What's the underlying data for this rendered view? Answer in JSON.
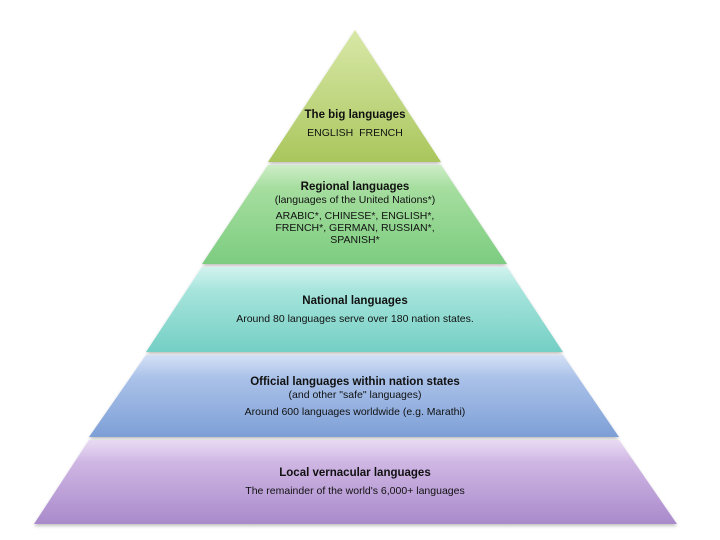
{
  "diagram": {
    "type": "pyramid",
    "tiers": [
      {
        "title": "The big languages",
        "subtitle": "",
        "description": "ENGLISH  FRENCH",
        "colors": {
          "top": "#cfe293",
          "bottom": "#a9c65c"
        }
      },
      {
        "title": "Regional languages",
        "subtitle": "(languages of the United Nations*)",
        "description": "ARABIC*, CHINESE*, ENGLISH*, FRENCH*, GERMAN, RUSSIAN*, SPANISH*",
        "colors": {
          "top": "#b2e3a8",
          "bottom": "#7ccc80"
        }
      },
      {
        "title": "National languages",
        "subtitle": "",
        "description": "Around 80 languages serve over 180 nation states.",
        "colors": {
          "top": "#b9ece5",
          "bottom": "#74cfc4"
        }
      },
      {
        "title": "Official languages within nation states",
        "subtitle": "(and other \"safe\" languages)",
        "description": "Around 600 languages worldwide (e.g. Marathi)",
        "colors": {
          "top": "#bccff0",
          "bottom": "#7d9fd6"
        }
      },
      {
        "title": "Local vernacular languages",
        "subtitle": "",
        "description": "The remainder of the world's 6,000+ languages",
        "colors": {
          "top": "#dcc6ec",
          "bottom": "#a98acb"
        }
      }
    ]
  }
}
